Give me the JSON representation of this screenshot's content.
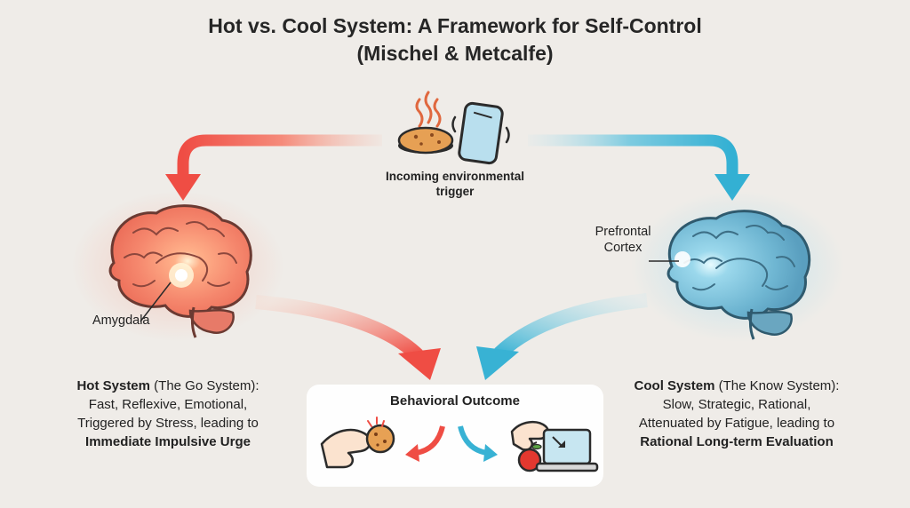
{
  "title": {
    "line1": "Hot vs. Cool System: A Framework for Self-Control",
    "line2": "(Mischel & Metcalfe)"
  },
  "trigger": {
    "label_line1": "Incoming environmental",
    "label_line2": "trigger",
    "icons": [
      "cookie-icon",
      "steam-icon",
      "smartphone-icon"
    ]
  },
  "hot": {
    "brain_label": "Amygdala",
    "heading": "Hot System",
    "subheading": " (The Go System):",
    "line2": "Fast, Reflexive, Emotional,",
    "line3": "Triggered by Stress, leading to",
    "line4": "Immediate Impulsive Urge",
    "color": "#f0524a"
  },
  "cool": {
    "brain_label_line1": "Prefrontal",
    "brain_label_line2": "Cortex",
    "heading": "Cool System",
    "subheading": " (The Know System):",
    "line2": "Slow, Strategic, Rational,",
    "line3": "Attenuated by Fatigue, leading to",
    "line4": "Rational Long-term Evaluation",
    "color": "#3fb6d6"
  },
  "outcome": {
    "title": "Behavioral Outcome",
    "icons": [
      "hand-grabbing-cookie-icon",
      "choice-arrows-icon",
      "hand-choosing-apple-icon",
      "laptop-icon"
    ]
  }
}
